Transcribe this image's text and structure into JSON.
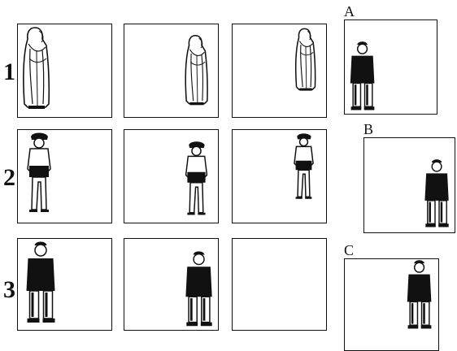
{
  "rows": [
    {
      "number": "1",
      "figure": "robed-figure",
      "cells": [
        "left",
        "right",
        "right"
      ]
    },
    {
      "number": "2",
      "figure": "turbaned-figure",
      "cells": [
        "left",
        "right",
        "right"
      ]
    },
    {
      "number": "3",
      "figure": "dark-coat-figure",
      "cells": [
        "left",
        "right",
        "empty"
      ]
    }
  ],
  "options": [
    {
      "label": "A",
      "figure": "dark-coat-figure",
      "position": "left"
    },
    {
      "label": "B",
      "figure": "dark-coat-figure",
      "position": "right"
    },
    {
      "label": "C",
      "figure": "dark-coat-figure",
      "position": "right"
    }
  ],
  "colors": {
    "line": "#111111",
    "fill": "#111111",
    "background": "#ffffff"
  }
}
